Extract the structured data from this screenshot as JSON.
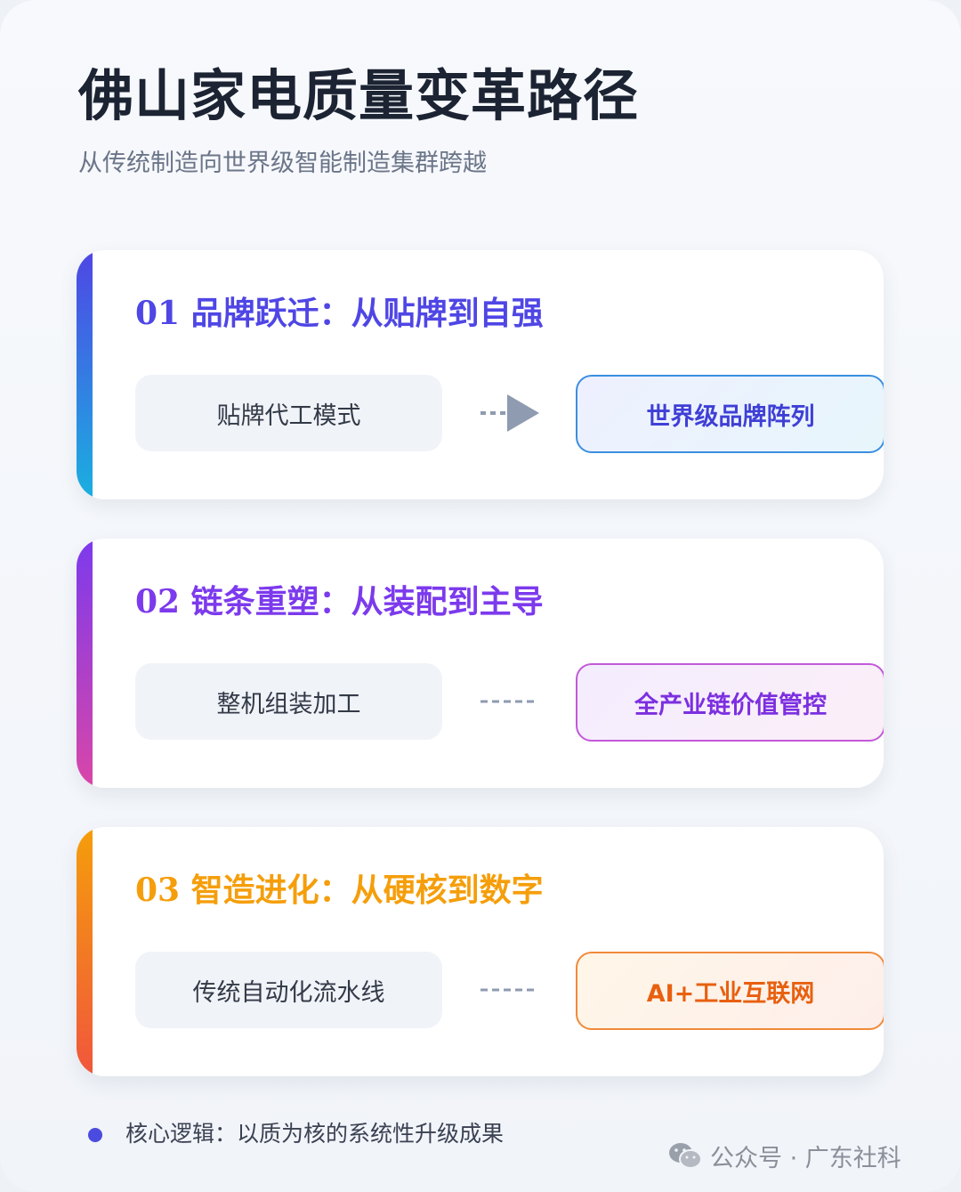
{
  "header": {
    "title": "佛山家电质量变革路径",
    "subtitle": "从传统制造向世界级智能制造集群跨越"
  },
  "cards": [
    {
      "heading": "01 品牌跃迁：从贴牌到自强",
      "from_label": "贴牌代工模式",
      "to_label": "世界级品牌阵列",
      "connector_icon": "dashed-arrow-icon",
      "accent_color": "#4f46e5"
    },
    {
      "heading": "02 链条重塑：从装配到主导",
      "from_label": "整机组装加工",
      "to_label": "全产业链价值管控",
      "connector_icon": "dashed-line-icon",
      "accent_color": "#7c3aed"
    },
    {
      "heading": "03 智造进化：从硬核到数字",
      "from_label": "传统自动化流水线",
      "to_label": "AI+工业互联网",
      "connector_icon": "dashed-line-icon",
      "accent_color": "#f59e0b"
    }
  ],
  "footer": {
    "text": "核心逻辑：以质为核的系统性升级成果"
  },
  "watermark": {
    "text": "公众号 · 广东社科",
    "icon": "wechat-icon"
  }
}
